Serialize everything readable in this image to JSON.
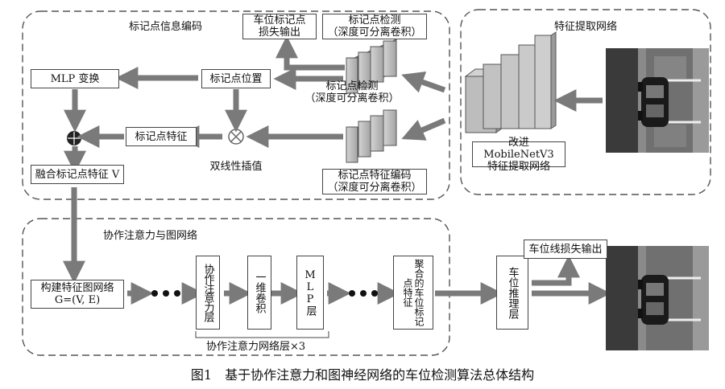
{
  "regions": {
    "marker_encoding": "标记点信息编码",
    "feature_extraction": "特征提取网络",
    "attention_graph": "协作注意力与图网络"
  },
  "nodes": {
    "marker_loss": "车位标记点\n损失输出",
    "marker_detect_top": "标记点检测\n（深度可分离卷积）",
    "marker_detect_mid": "标记点检测\n（深度可分离卷积）",
    "mlp_transform": "MLP 变换",
    "marker_position": "标记点位置",
    "marker_feature": "标记点特征",
    "bilinear": "双线性插值",
    "fused_feature": "融合标记点特征 V",
    "marker_feature_encode": "标记点特征编码\n（深度可分离卷积）",
    "backbone": "改进 MobileNetV3\n特征提取网络",
    "build_graph": "构建特征图网络\nG=(V, E)",
    "coop_attention": "协作注意力层",
    "conv1d": "一维卷积",
    "mlp_layer": "MLP层",
    "aggregate": "聚合的车位标记点特征",
    "inference": "车位推理层",
    "line_loss": "车位线损失输出",
    "repeat_label": "协作注意力网络层×3"
  },
  "caption": "图1　基于协作注意力和图神经网络的车位检测算法总体结构",
  "colors": {
    "arrow": "#7a7a7a",
    "dashed": "#555555",
    "block": "#b8b8b8"
  }
}
